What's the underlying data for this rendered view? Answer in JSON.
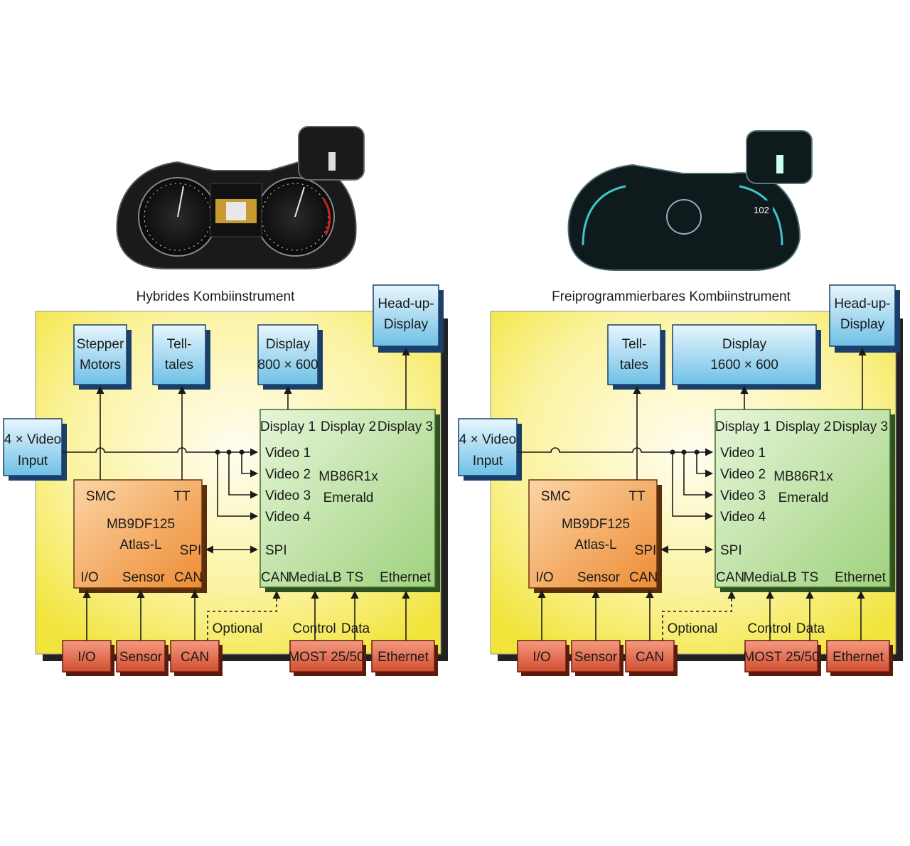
{
  "left": {
    "title": "Hybrides Kombiinstrument",
    "hud": "Head-up-Display",
    "blocks": {
      "stepper": [
        "Stepper",
        "Motors"
      ],
      "telltales": [
        "Tell-",
        "tales"
      ],
      "display": [
        "Display",
        "800 × 600"
      ],
      "video_input": [
        "4 × Video",
        "Input"
      ]
    },
    "atlas": {
      "smc": "SMC",
      "tt": "TT",
      "name1": "MB9DF125",
      "name2": "Atlas-L",
      "spi": "SPI",
      "io": "I/O",
      "sensor": "Sensor",
      "can": "CAN"
    },
    "emerald": {
      "d1": "Display 1",
      "d2": "Display 2",
      "d3": "Display 3",
      "v1": "Video 1",
      "v2": "Video 2",
      "v3": "Video 3",
      "v4": "Video 4",
      "name1": "MB86R1x",
      "name2": "Emerald",
      "spi": "SPI",
      "can": "CAN",
      "medialb": "MediaLB",
      "ts": "TS",
      "eth": "Ethernet"
    },
    "bus": {
      "io": "I/O",
      "sensor": "Sensor",
      "can": "CAN",
      "most": "MOST 25/50",
      "eth": "Ethernet"
    },
    "annotations": {
      "optional": "Optional",
      "control": "Control",
      "data": "Data"
    }
  },
  "right": {
    "title": "Freiprogrammierbares Kombiinstrument",
    "hud": "Head-up-Display",
    "blocks": {
      "telltales": [
        "Tell-",
        "tales"
      ],
      "display": [
        "Display",
        "1600 × 600"
      ],
      "video_input": [
        "4 × Video",
        "Input"
      ]
    },
    "atlas": {
      "smc": "SMC",
      "tt": "TT",
      "name1": "MB9DF125",
      "name2": "Atlas-L",
      "spi": "SPI",
      "io": "I/O",
      "sensor": "Sensor",
      "can": "CAN"
    },
    "emerald": {
      "d1": "Display 1",
      "d2": "Display 2",
      "d3": "Display 3",
      "v1": "Video 1",
      "v2": "Video 2",
      "v3": "Video 3",
      "v4": "Video 4",
      "name1": "MB86R1x",
      "name2": "Emerald",
      "spi": "SPI",
      "can": "CAN",
      "medialb": "MediaLB",
      "ts": "TS",
      "eth": "Ethernet"
    },
    "bus": {
      "io": "I/O",
      "sensor": "Sensor",
      "can": "CAN",
      "most": "MOST 25/50",
      "eth": "Ethernet"
    },
    "annotations": {
      "optional": "Optional",
      "control": "Control",
      "data": "Data"
    },
    "cluster_speed": "102"
  },
  "colors": {
    "yellow": "#f4e84a",
    "blue": "#a9d8f0",
    "green": "#bfe3a8",
    "orange": "#f0a050",
    "red": "#e26a4c"
  }
}
